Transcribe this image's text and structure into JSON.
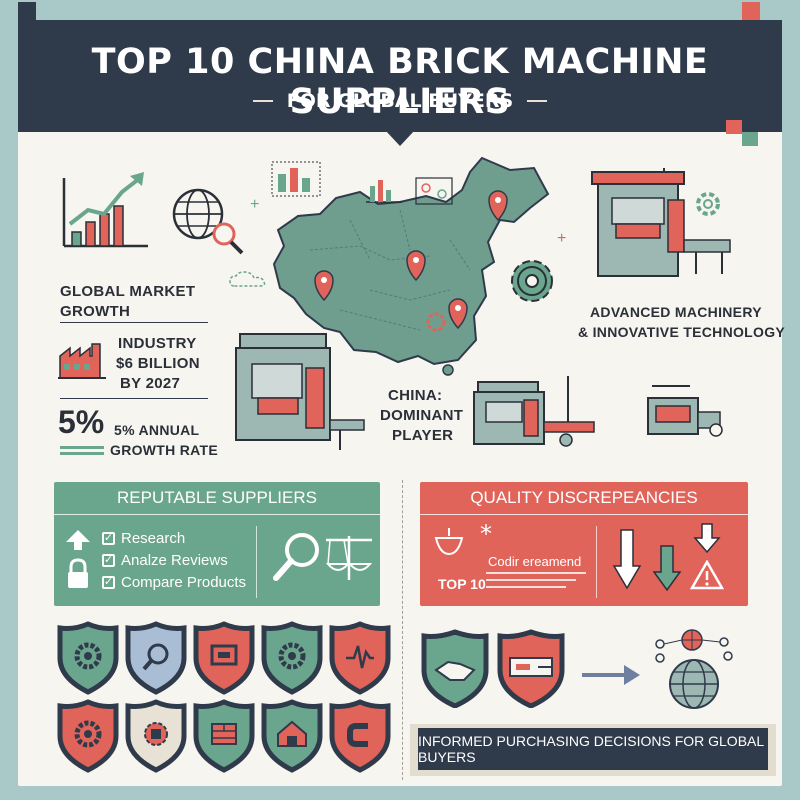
{
  "header": {
    "title": "TOP 10 CHINA BRICK MACHINE SUPPLIERS",
    "subtitle": "FOR GLOBAL BUYERS"
  },
  "left_stats": {
    "market_label": "GLOBAL MARKET GROWTH",
    "industry_line1": "INDUSTRY",
    "industry_line2": "$6 BILLION",
    "industry_line3": "BY 2027",
    "pct_big": "5%",
    "growth_line1": "5% ANNUAL",
    "growth_line2": "GROWTH RATE"
  },
  "center": {
    "china_line1": "CHINA:",
    "china_line2": "DOMINANT",
    "china_line3": "PLAYER"
  },
  "right_stats": {
    "tech_line1": "ADVANCED MACHINERY",
    "tech_line2": "& INNOVATIVE TECHNOLOGY"
  },
  "reputable": {
    "title": "REPUTABLE SUPPLIERS",
    "items": [
      "Research",
      "Analze Reviews",
      "Compare Products"
    ]
  },
  "quality": {
    "title": "QUALITY DISCREPEANCIES",
    "line1": "Codir ereamend",
    "top10": "TOP 10"
  },
  "footer": {
    "label": "INFORMED PURCHASING DECISIONS FOR GLOBAL BUYERS"
  },
  "colors": {
    "navy": "#2f3a4a",
    "green": "#6aa58d",
    "red": "#e0645a",
    "cream": "#f7f5f0",
    "teal_bg": "#a9c8c8"
  },
  "icons": {
    "shields_row1": [
      "gear-icon",
      "magnifier-icon",
      "machine-icon",
      "gear-icon",
      "heartbeat-icon"
    ],
    "shields_row2": [
      "gear-icon",
      "factory-icon",
      "brick-wall-icon",
      "warehouse-icon",
      "logo-c-icon"
    ]
  }
}
